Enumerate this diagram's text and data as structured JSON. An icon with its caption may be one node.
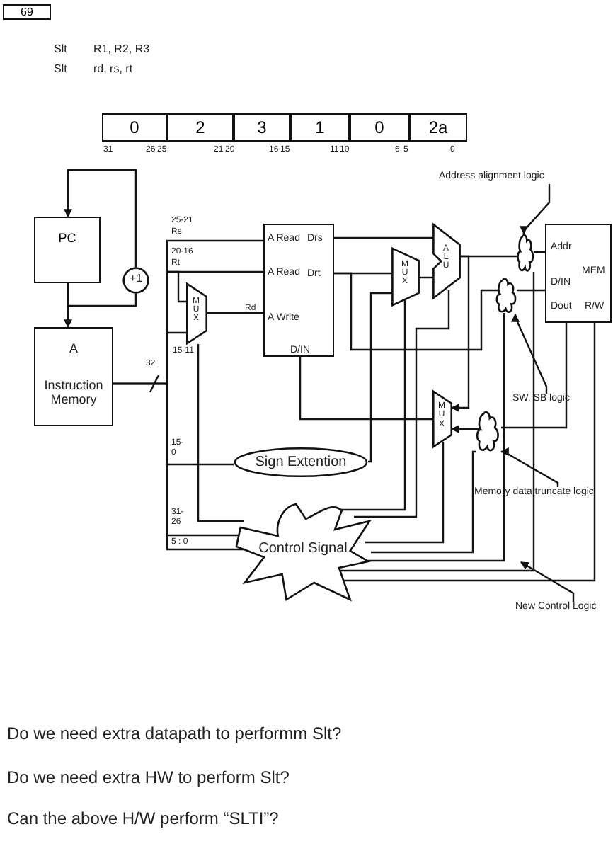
{
  "diagram": {
    "nodes": [
      {
        "text": [
          "69"
        ]
      },
      {
        "text": [
          "0"
        ]
      },
      {
        "text": [
          "2"
        ]
      },
      {
        "text": [
          "3"
        ]
      },
      {
        "text": [
          "1"
        ]
      },
      {
        "text": [
          "0"
        ]
      },
      {
        "text": [
          "2a"
        ]
      },
      {
        "text": [
          "PC"
        ]
      },
      {
        "text": [
          "+1"
        ]
      },
      {
        "text": [
          "A",
          "Instruction Memory"
        ]
      },
      {
        "text": [
          "A Read",
          "Drs",
          "A Read",
          "Drt",
          "A Write",
          "D/IN"
        ]
      },
      {
        "text": [
          "M U X"
        ]
      },
      {
        "text": [
          "M U X"
        ]
      },
      {
        "text": [
          "A L U"
        ]
      },
      {
        "text": [],
        "shape": "cloud"
      },
      {
        "text": [
          "Addr",
          "MEM",
          "D/IN",
          "Dout",
          "R/W"
        ]
      },
      {
        "text": [],
        "shape": "cloud"
      },
      {
        "text": [
          "M U X"
        ]
      },
      {
        "text": [],
        "shape": "cloud"
      },
      {
        "text": [
          "Sign Extention"
        ]
      },
      {
        "text": [
          "Control Signal"
        ]
      },
      {
        "text": [
          "Address alignment logic"
        ]
      },
      {
        "text": [
          "SW, SB logic"
        ]
      },
      {
        "text": [
          "Memory data truncate logic"
        ]
      },
      {
        "text": [
          "New Control Logic"
        ]
      }
    ],
    "edges": [
      {
        "from": 8,
        "to": 7,
        "arrow": "to"
      },
      {
        "from": 7,
        "to": 9,
        "arrow": "to"
      },
      {
        "from": 7,
        "to": 8,
        "arrow": "none"
      },
      {
        "from": 9,
        "to": 10,
        "arrow": "none"
      },
      {
        "from": 9,
        "to": 11,
        "arrow": "none"
      },
      {
        "from": 9,
        "to": 19,
        "arrow": "none"
      },
      {
        "from": 9,
        "to": 20,
        "arrow": "none"
      },
      {
        "from": 11,
        "to": 10,
        "arrow": "none"
      },
      {
        "from": 10,
        "to": 13,
        "arrow": "none"
      },
      {
        "from": 10,
        "to": 12,
        "arrow": "none"
      },
      {
        "from": 10,
        "to": 16,
        "arrow": "none"
      },
      {
        "from": 12,
        "to": 13,
        "arrow": "none"
      },
      {
        "from": 19,
        "to": 12,
        "arrow": "none"
      },
      {
        "from": 13,
        "to": 14,
        "arrow": "none"
      },
      {
        "from": 14,
        "to": 15,
        "arrow": "none"
      },
      {
        "from": 13,
        "to": 17,
        "arrow": "to"
      },
      {
        "from": 16,
        "to": 15,
        "arrow": "none"
      },
      {
        "from": 15,
        "to": 18,
        "arrow": "none"
      },
      {
        "from": 18,
        "to": 17,
        "arrow": "to"
      },
      {
        "from": 17,
        "to": 10,
        "arrow": "none"
      },
      {
        "from": 20,
        "to": 11,
        "arrow": "none"
      },
      {
        "from": 20,
        "to": 12,
        "arrow": "none"
      },
      {
        "from": 20,
        "to": 13,
        "arrow": "none"
      },
      {
        "from": 20,
        "to": 17,
        "arrow": "none"
      },
      {
        "from": 20,
        "to": 18,
        "arrow": "none"
      },
      {
        "from": 20,
        "to": 15,
        "arrow": "none"
      },
      {
        "from": 20,
        "to": 14,
        "arrow": "none"
      },
      {
        "from": 20,
        "to": 16,
        "arrow": "none"
      },
      {
        "from": 21,
        "to": 14,
        "arrow": "to"
      },
      {
        "from": 22,
        "to": 16,
        "arrow": "to"
      },
      {
        "from": 23,
        "to": 18,
        "arrow": "to"
      },
      {
        "from": 24,
        "to": null,
        "arrow": "to"
      }
    ],
    "labels": [
      "Slt",
      "R1, R2, R3",
      "Slt",
      "rd, rs, rt",
      "31",
      "26",
      "25",
      "21",
      "20",
      "16",
      "15",
      "11",
      "10",
      "6",
      "5",
      "0",
      "25-21",
      "Rs",
      "20-16",
      "Rt",
      "Rd",
      "15-11",
      "32",
      "15- 0",
      "31- 26",
      "5 : 0",
      "Do we need extra datapath to performm Slt?",
      "Do we need extra HW to perform Slt?",
      "Can the above H/W perform “SLTI”?"
    ]
  }
}
